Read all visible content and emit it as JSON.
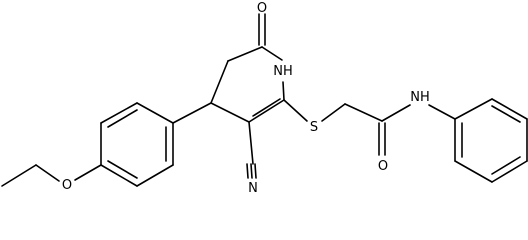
{
  "molecule": {
    "atoms": {
      "o_carbonyl_ring": "O",
      "nh_ring": "NH",
      "s_thioether": "S",
      "nh_amide": "NH",
      "o_amide": "O",
      "n_nitrile": "N",
      "o_ether": "O"
    }
  }
}
